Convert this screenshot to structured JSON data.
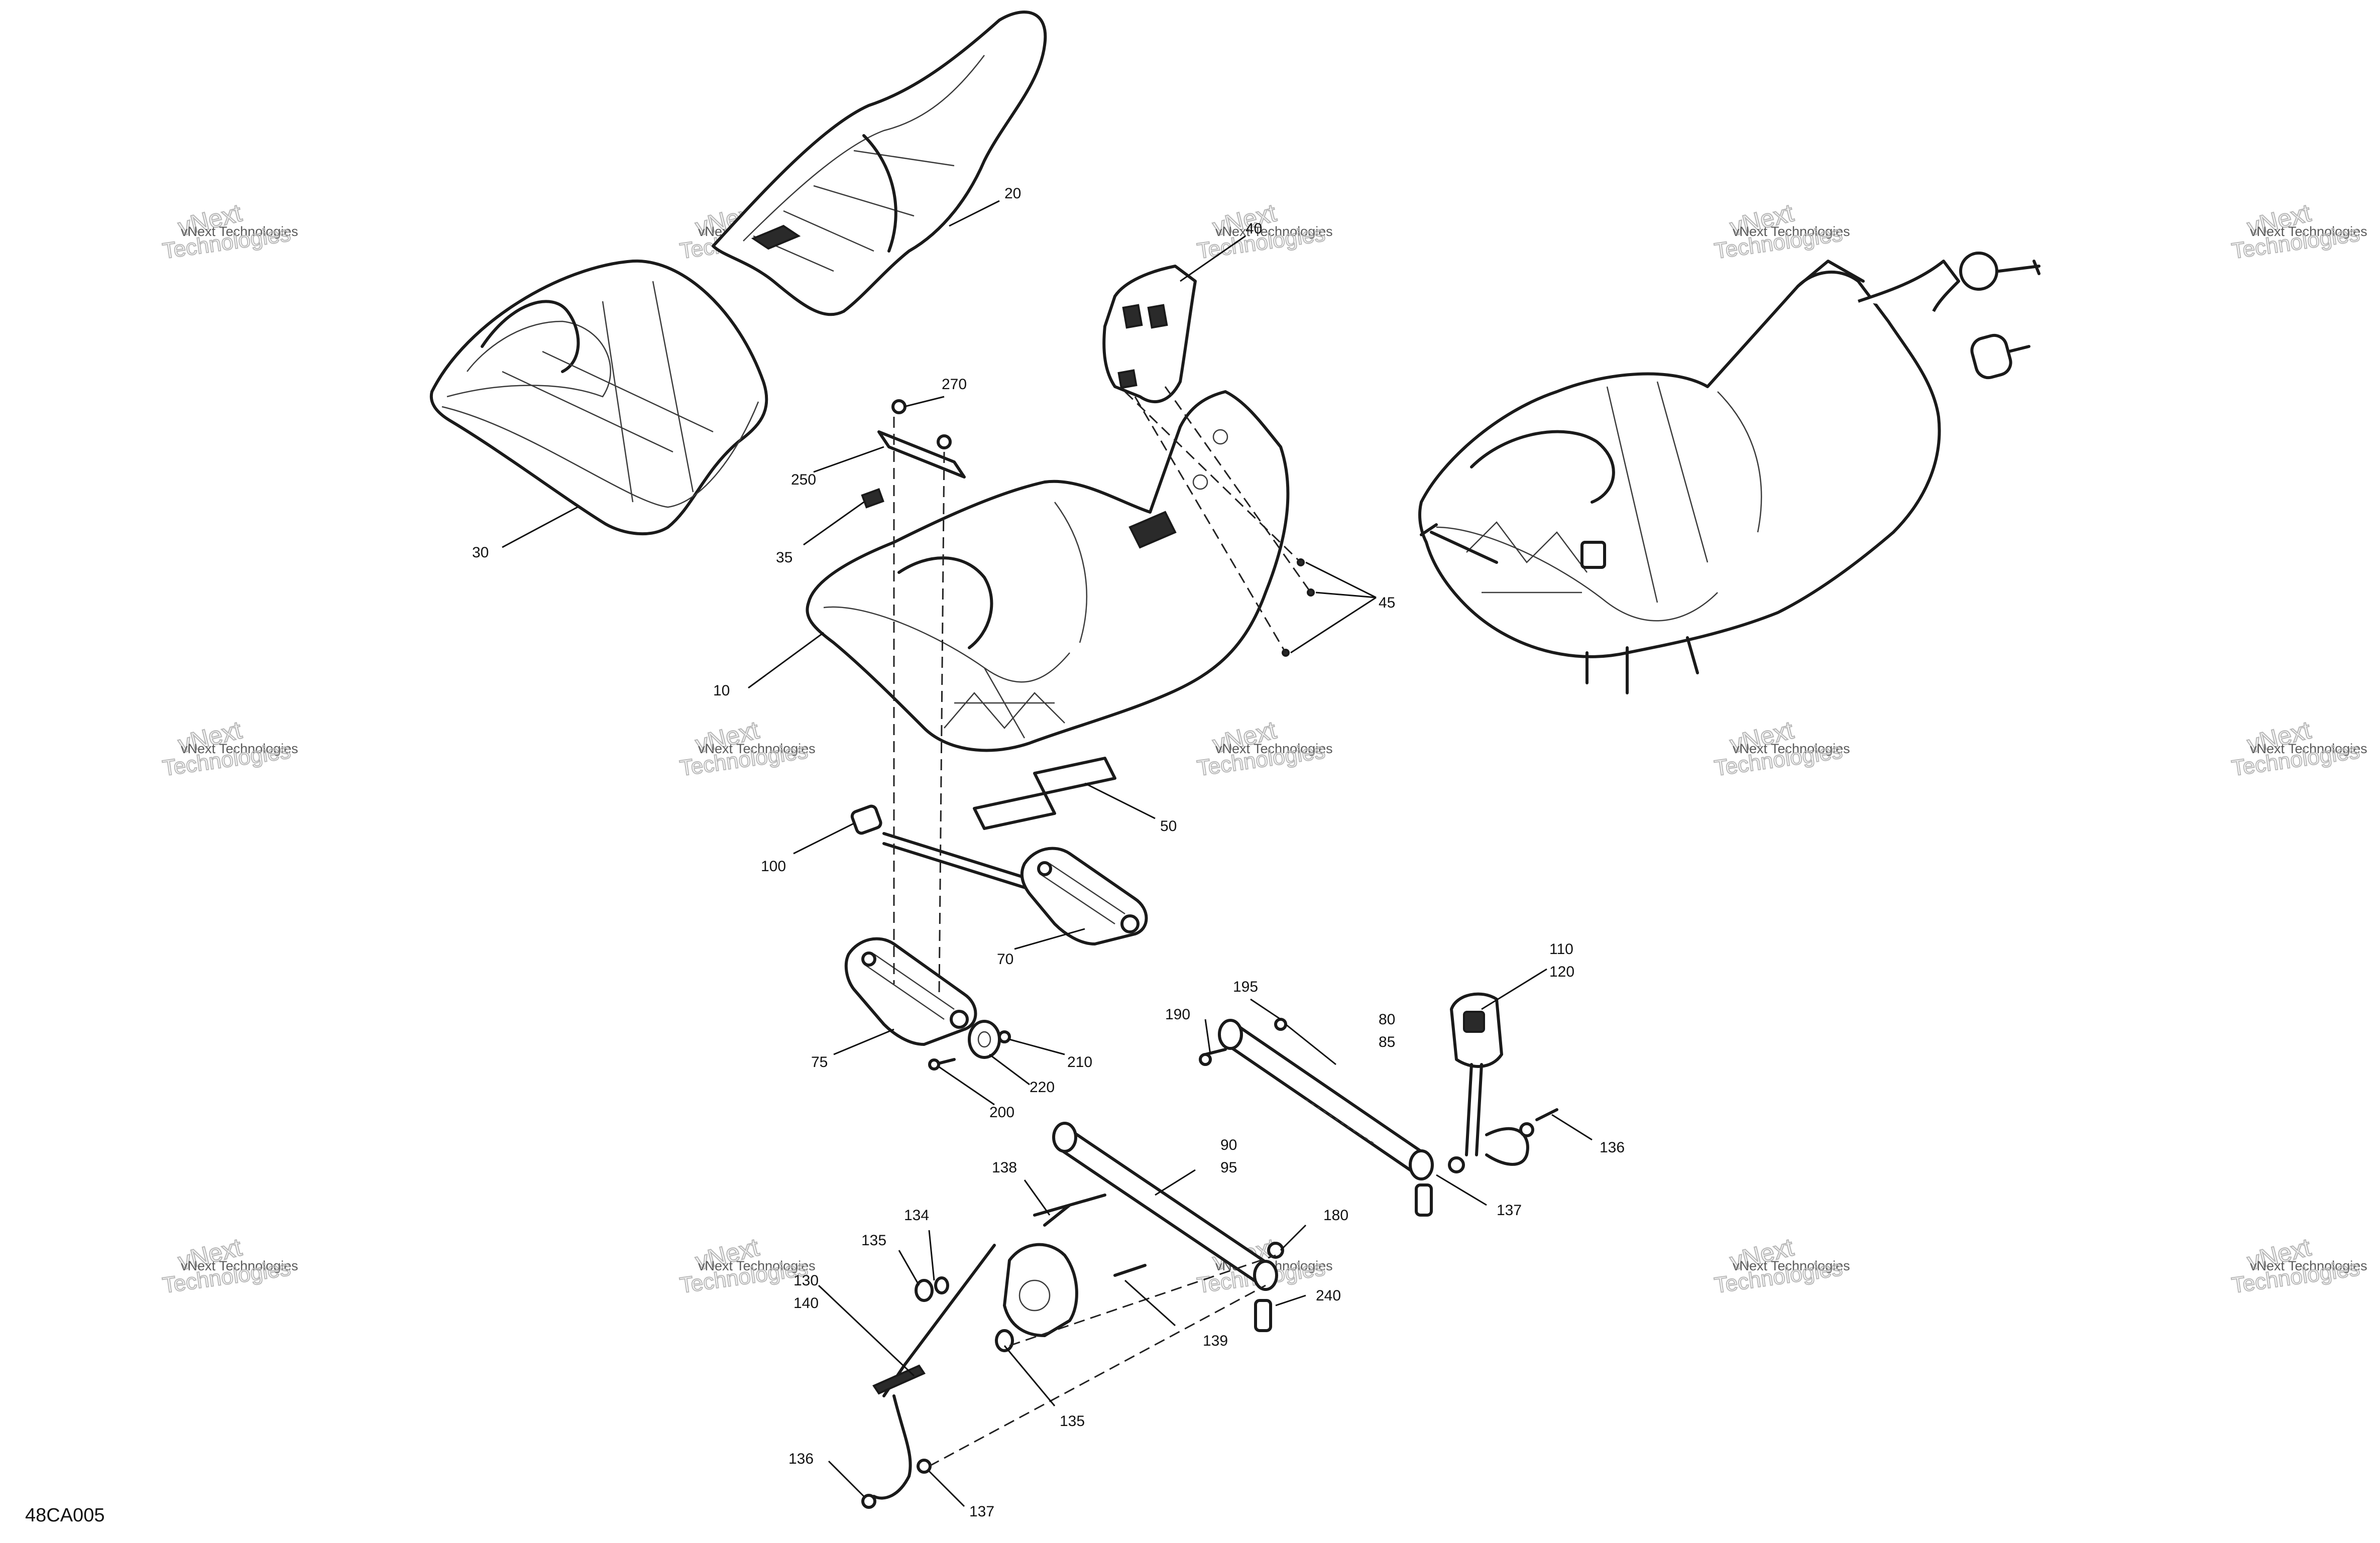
{
  "watermark": {
    "line1": "vNext Technologies",
    "line2": "vNext",
    "line3": "Technologies"
  },
  "document_id": "48CA005",
  "callouts": {
    "c10": "10",
    "c20": "20",
    "c30": "30",
    "c35": "35",
    "c40": "40",
    "c45": "45",
    "c50": "50",
    "c70": "70",
    "c75": "75",
    "c80": "80",
    "c85": "85",
    "c90": "90",
    "c95": "95",
    "c100": "100",
    "c110": "110",
    "c120": "120",
    "c130": "130",
    "c140": "140",
    "c134": "134",
    "c135a": "135",
    "c135b": "135",
    "c136a": "136",
    "c136b": "136",
    "c137a": "137",
    "c137b": "137",
    "c138": "138",
    "c139": "139",
    "c180": "180",
    "c190": "190",
    "c195": "195",
    "c200": "200",
    "c210": "210",
    "c220": "220",
    "c240": "240",
    "c250": "250",
    "c270": "270"
  }
}
